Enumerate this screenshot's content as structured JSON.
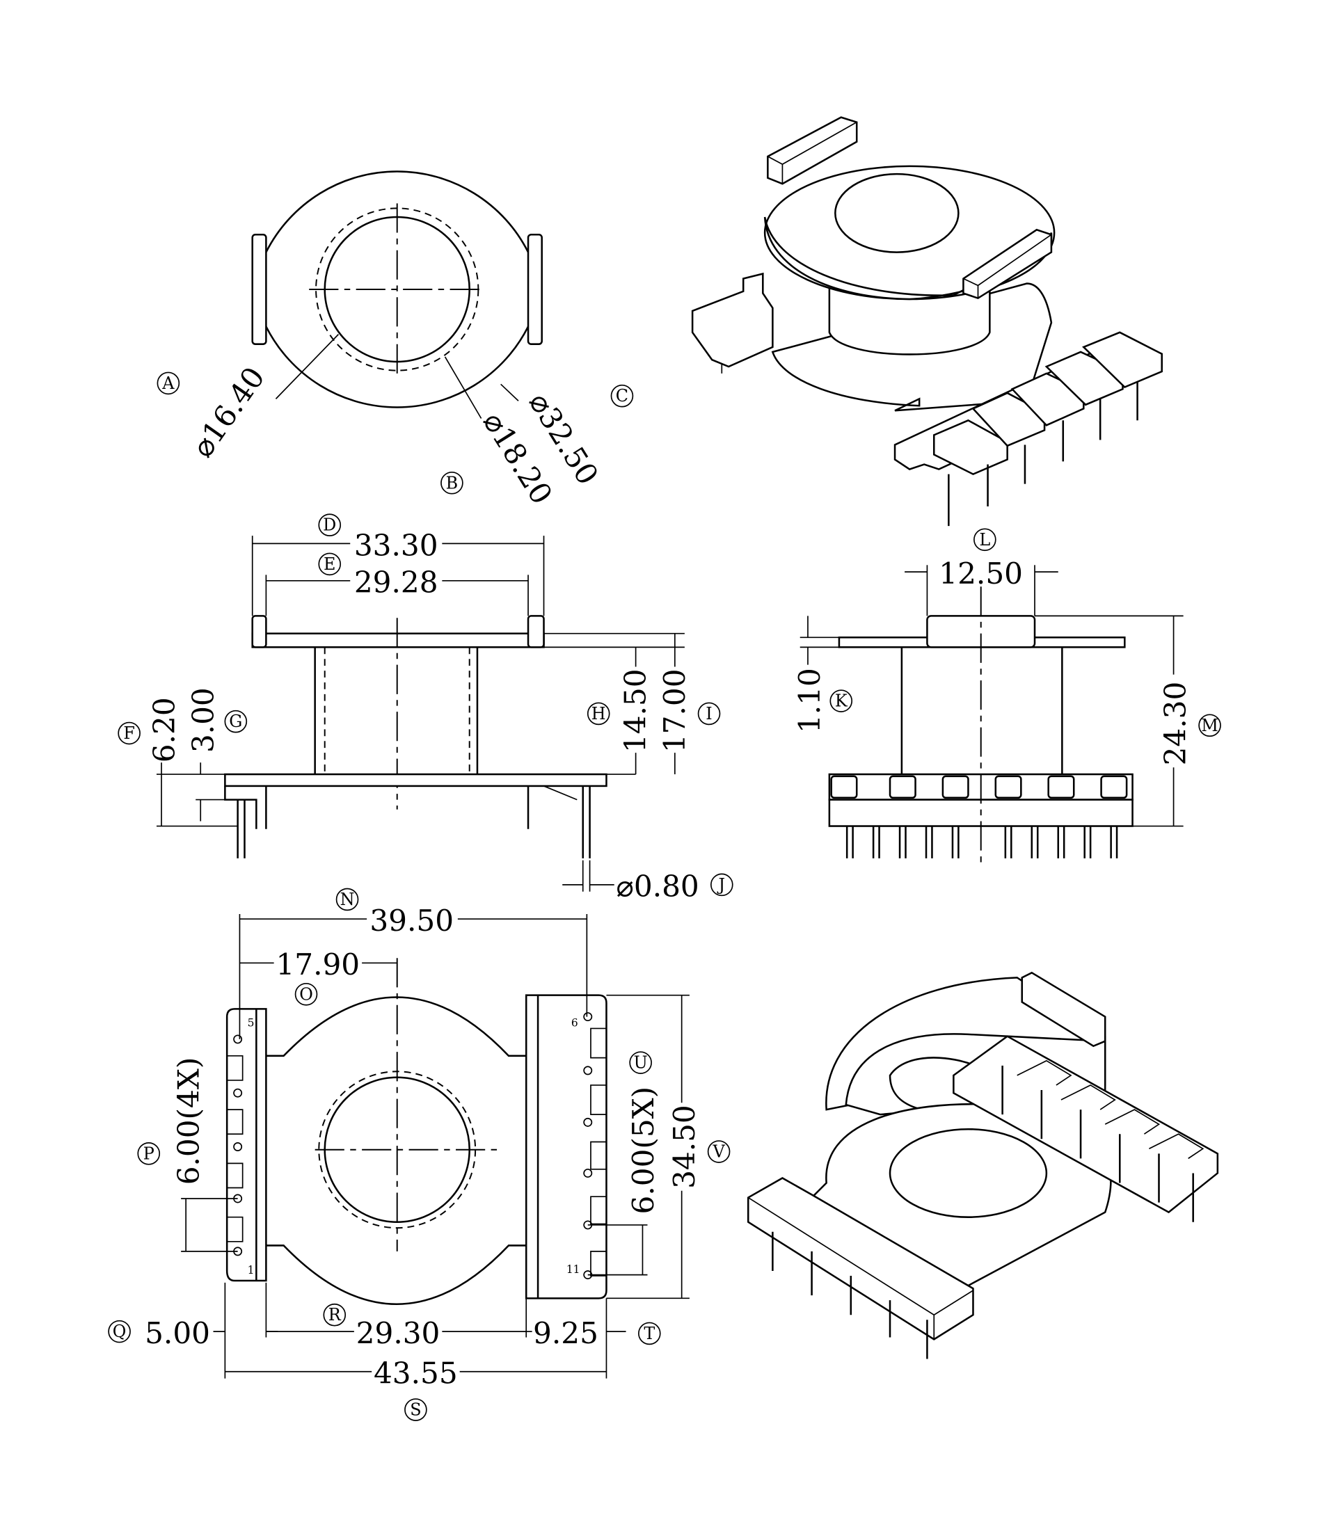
{
  "title": "Bobbin technical drawing",
  "callouts": {
    "A": "A",
    "B": "B",
    "C": "C",
    "D": "D",
    "E": "E",
    "F": "F",
    "G": "G",
    "H": "H",
    "I": "I",
    "J": "J",
    "K": "K",
    "L": "L",
    "M": "M",
    "N": "N",
    "O": "O",
    "P": "P",
    "Q": "Q",
    "R": "R",
    "S": "S",
    "T": "T",
    "U": "U",
    "V": "V"
  },
  "dimensions": {
    "A": "⌀16.40",
    "B": "⌀18.20",
    "C": "⌀32.50",
    "D": "33.30",
    "E": "29.28",
    "F": "6.20",
    "G": "3.00",
    "H": "14.50",
    "I": "17.00",
    "J": "⌀0.80",
    "K": "1.10",
    "L": "12.50",
    "M": "24.30",
    "N": "39.50",
    "O": "17.90",
    "P": "6.00(4X)",
    "Q": "5.00",
    "R": "29.30",
    "S": "43.55",
    "T": "9.25",
    "U": "6.00(5X)",
    "V": "34.50"
  },
  "pin_numbers": {
    "left_top": "5",
    "left_bottom": "1",
    "right_top": "6",
    "right_bottom": "11"
  }
}
